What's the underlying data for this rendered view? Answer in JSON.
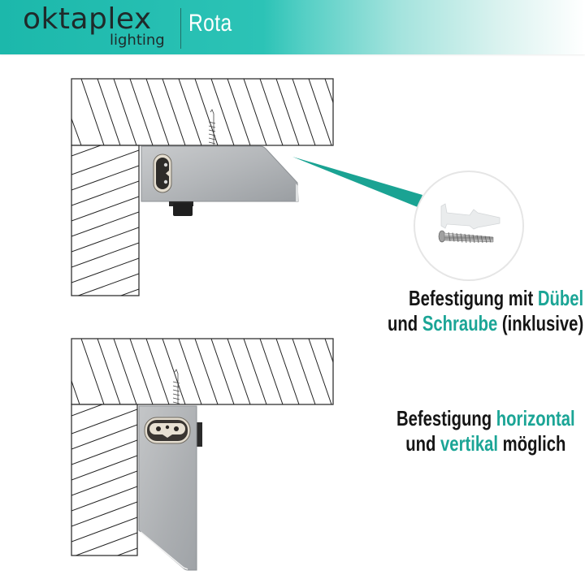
{
  "header": {
    "brand_name": "oktaplex",
    "brand_sub": "lighting",
    "product_name": "Rota",
    "gradient_start": "#1cb8ab",
    "gradient_end": "#ffffff"
  },
  "illustrations": {
    "top": {
      "description": "Rota fixture mounted horizontally under a shelf, fixed with screw; callout to dowel and screw",
      "callout_items": [
        "dowel",
        "screw"
      ]
    },
    "bottom": {
      "description": "Rota fixture mounted vertically against side panel, fixed with screw"
    }
  },
  "captions": {
    "mounting_hardware": {
      "line1_part1": "Befestigung mit ",
      "line1_highlight": "Dübel",
      "line2_part1": "und ",
      "line2_highlight": "Schraube",
      "line2_part2": " (inklusive)"
    },
    "orientation": {
      "line1_part1": "Befestigung ",
      "line1_highlight": "horizontal",
      "line2_part1": "und ",
      "line2_highlight": "vertikal",
      "line2_part2": " möglich"
    }
  },
  "colors": {
    "accent": "#1ba596",
    "text": "#151515",
    "hatch": "#222222",
    "housing": "#b9bcbf"
  }
}
